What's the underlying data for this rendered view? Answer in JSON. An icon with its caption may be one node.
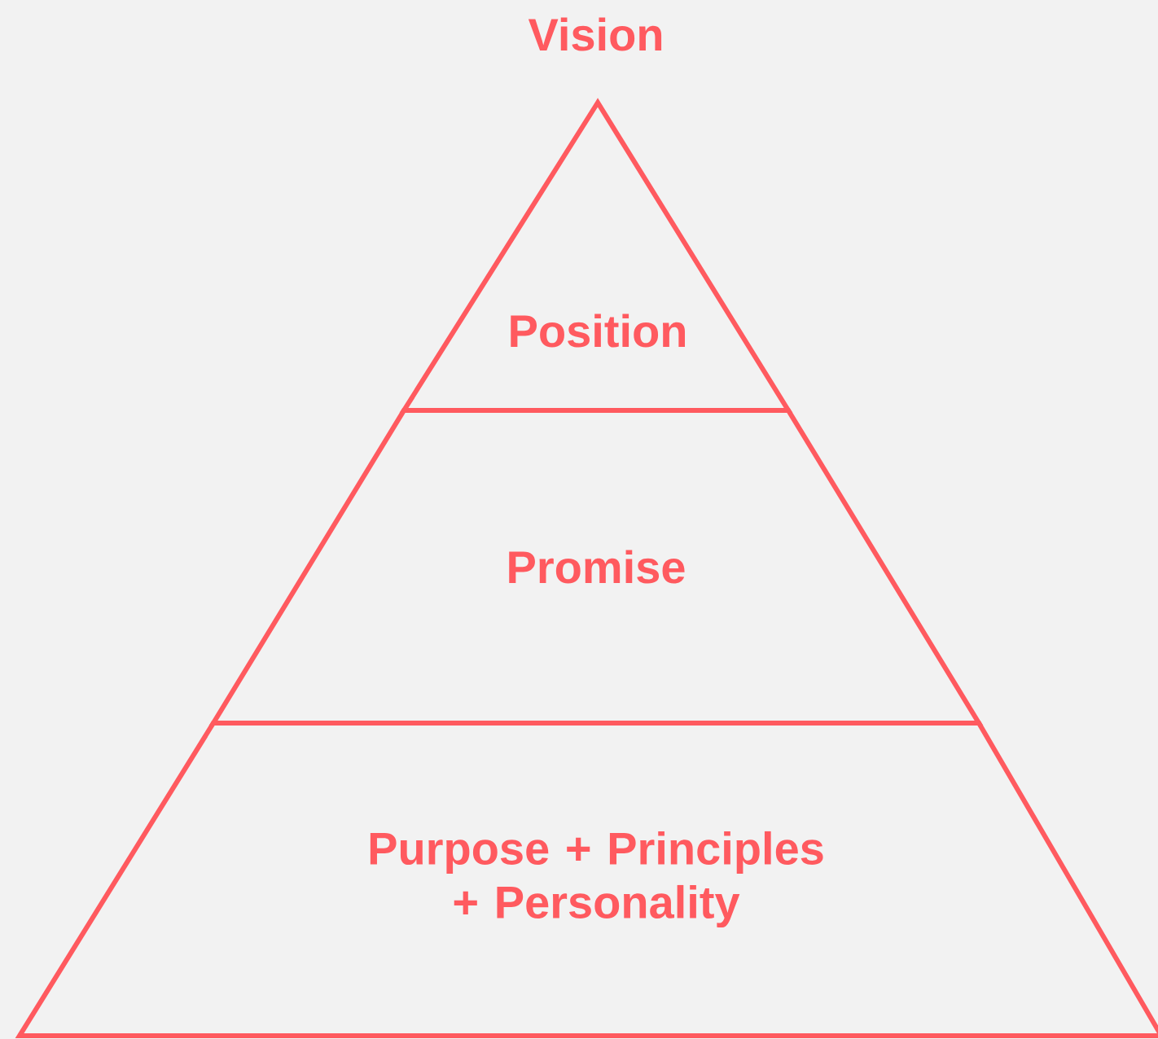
{
  "diagram": {
    "nodes": [
      {
        "text": [
          "Position"
        ]
      },
      {
        "text": [
          "Promise"
        ]
      },
      {
        "text": [
          "Purpose + Principles + Personality"
        ]
      }
    ],
    "labels": [
      "Vision"
    ]
  }
}
